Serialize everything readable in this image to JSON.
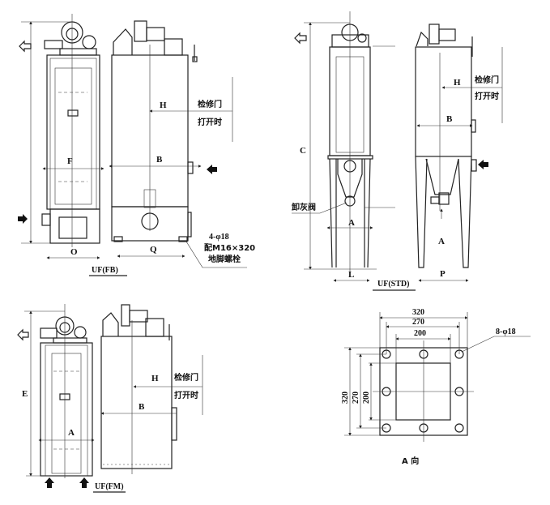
{
  "fb": {
    "caption": "UF(FB)",
    "label_o": "O",
    "label_f": "F",
    "label_h": "H",
    "label_b": "B",
    "label_q": "Q",
    "door_1": "检修门",
    "door_2": "打开时",
    "bolt_1": "4-φ18",
    "bolt_2": "配M16×320",
    "bolt_3": "地脚螺栓"
  },
  "std": {
    "caption": "UF(STD)",
    "label_c": "C",
    "label_a_front": "A",
    "label_l": "L",
    "valve": "卸灰阀",
    "label_h": "H",
    "label_b": "B",
    "label_a_side": "A",
    "label_p": "P",
    "door_1": "检修门",
    "door_2": "打开时"
  },
  "fm": {
    "caption": "UF(FM)",
    "label_e": "E",
    "label_a": "A",
    "label_h": "H",
    "label_b": "B",
    "door_1": "检修门",
    "door_2": "打开时"
  },
  "flange": {
    "caption": "A 向",
    "w_outer": "320",
    "w_mid": "270",
    "w_inner": "200",
    "h_outer": "320",
    "h_mid": "270",
    "h_inner": "200",
    "holes": "8-φ18"
  }
}
